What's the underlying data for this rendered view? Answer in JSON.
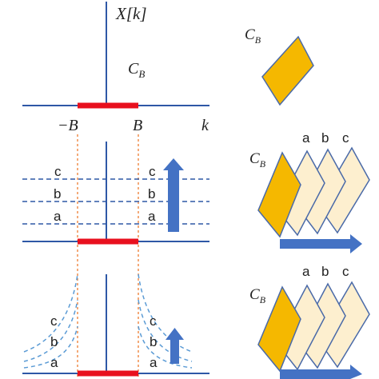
{
  "axis": {
    "y_label": "X[k]",
    "x_label": "k",
    "neg_band": "−B",
    "pos_band": "B",
    "center_label": "C",
    "center_label_sub": "B"
  },
  "levels": [
    "a",
    "b",
    "c"
  ],
  "right": {
    "cb_main": "C",
    "cb_main_sub": "B",
    "cb_mid": "C",
    "cb_mid_sub": "B",
    "cb_bottom": "C",
    "cb_bottom_sub": "B"
  },
  "colors": {
    "axis_blue": "#2e58a6",
    "band_red": "#e8101e",
    "arrow_blue": "#4472c4",
    "dash_orange": "#ed7d31",
    "gold": "#f5b800",
    "gold_edge": "#c08a00",
    "cream": "#fdefcf",
    "rhombus_edge": "#4a6aa8"
  }
}
